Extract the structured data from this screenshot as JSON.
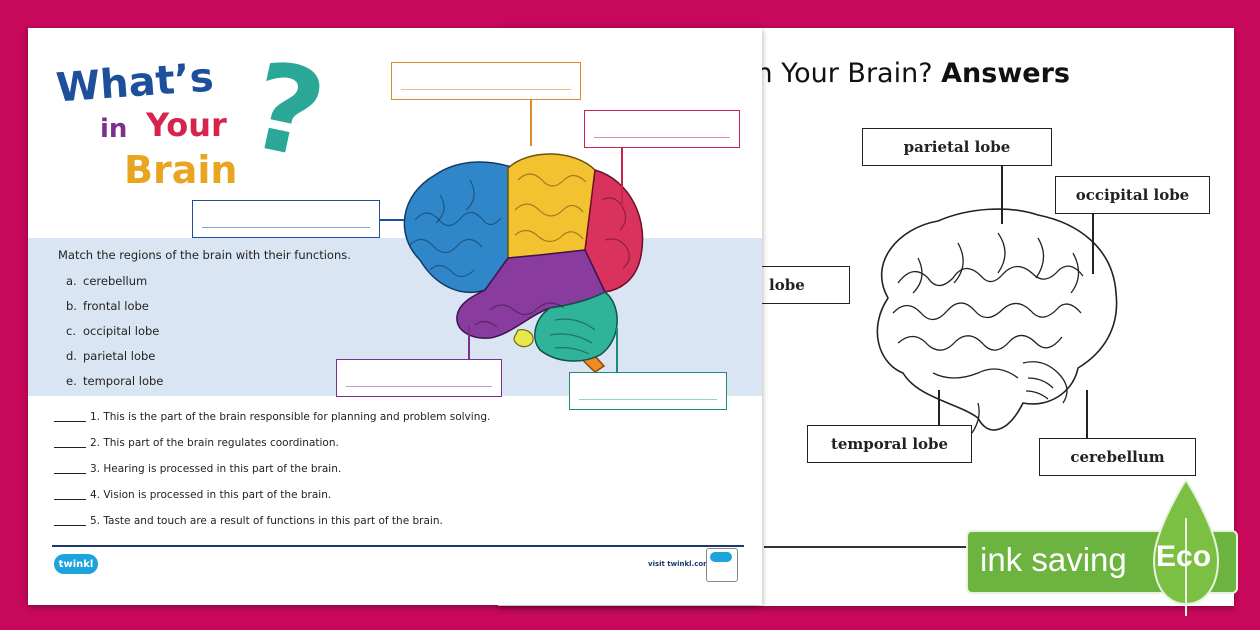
{
  "answers_sheet": {
    "title_regular": "in Your Brain? ",
    "title_bold": "Answers",
    "labels": {
      "parietal": "parietal lobe",
      "occipital": "occipital lobe",
      "frontal_partial": "lobe",
      "temporal": "temporal lobe",
      "cerebellum": "cerebellum"
    }
  },
  "eco_badge": {
    "banner_text": "ink saving",
    "eco_word": "Eco",
    "color": "#6db33f"
  },
  "worksheet": {
    "title": {
      "line1": "What’s",
      "line2_a": "in",
      "line2_b": "Your",
      "line3": "Brain",
      "question_mark": "?"
    },
    "instructions": "Match the regions of the brain with their functions.",
    "options": [
      {
        "letter": "a.",
        "text": "cerebellum"
      },
      {
        "letter": "b.",
        "text": "frontal lobe"
      },
      {
        "letter": "c.",
        "text": "occipital lobe"
      },
      {
        "letter": "d.",
        "text": "parietal lobe"
      },
      {
        "letter": "e.",
        "text": "temporal lobe"
      }
    ],
    "questions": [
      "1. This is the part of the brain responsible for planning and problem solving.",
      "2. This part of the brain regulates coordination.",
      "3. Hearing is processed in this part of the brain.",
      "4. Vision is processed in this part of the brain.",
      "5. Taste and touch are a result of functions in this part of the brain."
    ],
    "footer": {
      "logo": "twinkl",
      "visit": "visit twinkl.com"
    },
    "colors": {
      "frontal": "#2f86c8",
      "parietal": "#f2c230",
      "occipital": "#d9335d",
      "temporal": "#8a3b9e",
      "cerebellum": "#2fb39a",
      "brainstem": "#f08a24",
      "band": "#dae5f4"
    }
  }
}
